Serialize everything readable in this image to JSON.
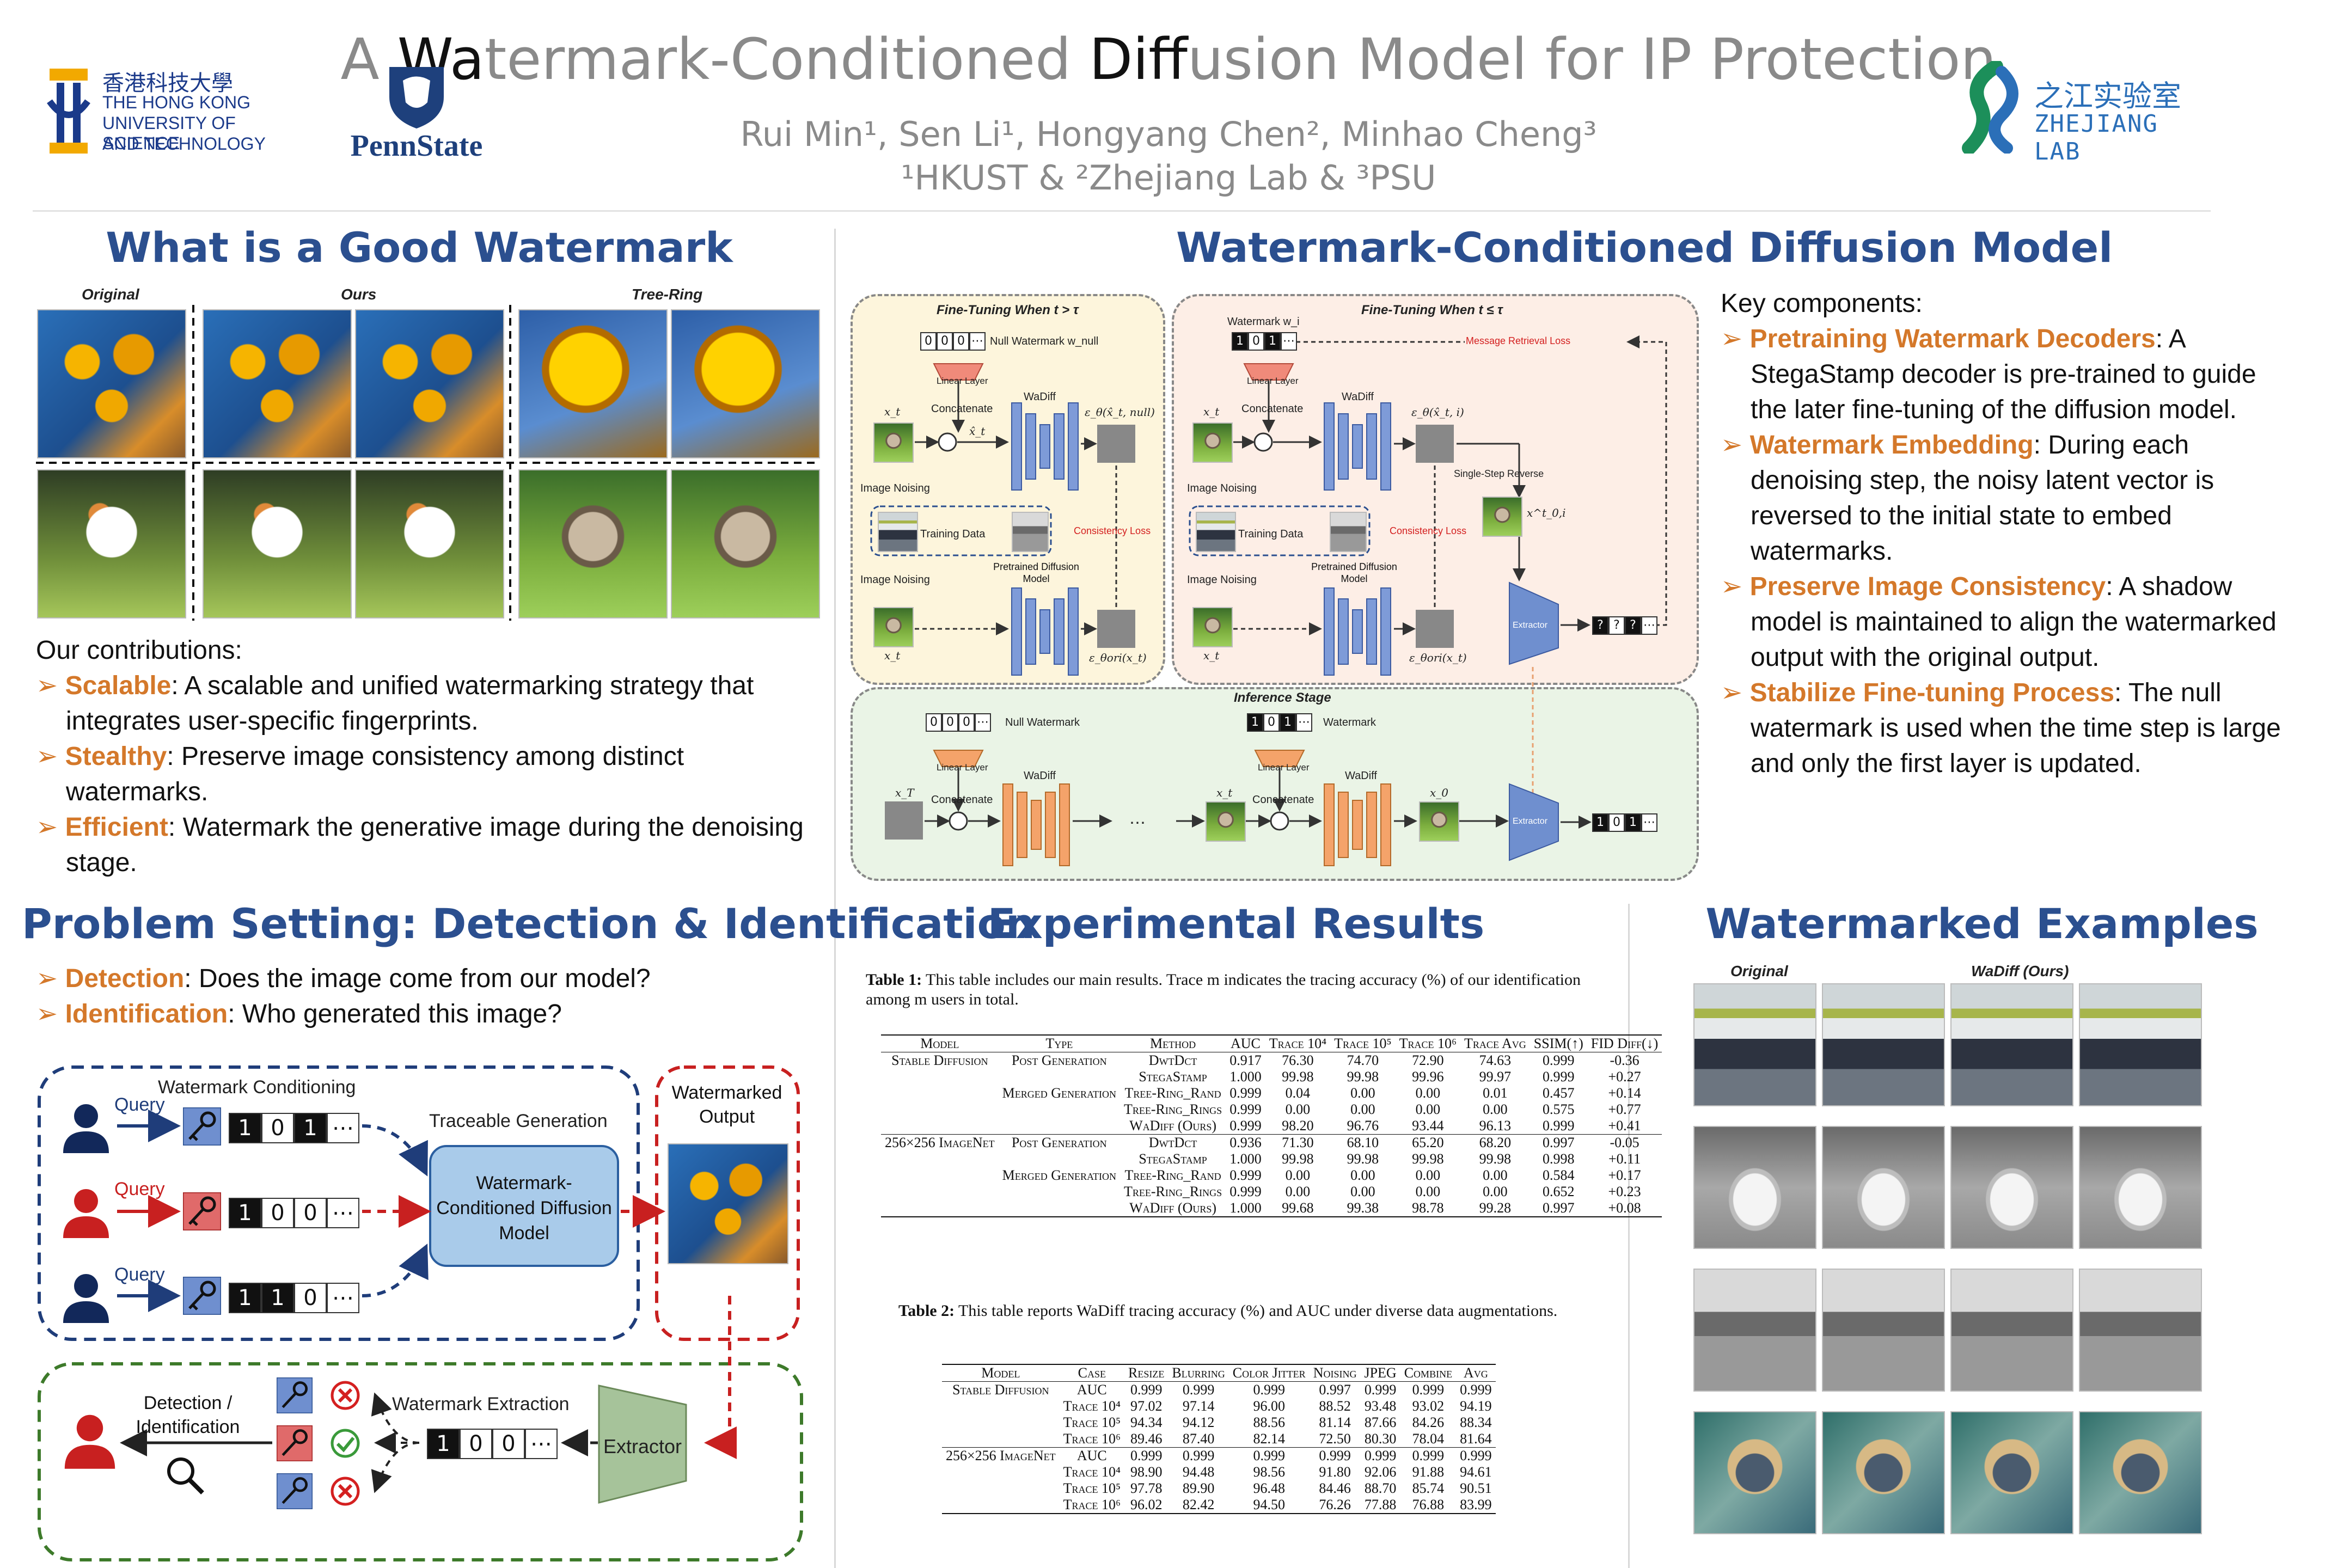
{
  "header": {
    "title_parts": [
      "A ",
      "Wa",
      "termark-Conditioned ",
      "Diff",
      "usion Model for IP Protection"
    ],
    "authors": "Rui Min¹,  Sen Li¹,  Hongyang Chen²,  Minhao Cheng³",
    "affiliations": "¹HKUST &  ²Zhejiang Lab &  ³PSU",
    "logo_hkust_cn": "香港科技大學",
    "logo_hkust_en1": "THE HONG KONG",
    "logo_hkust_en2": "UNIVERSITY OF SCIENCE",
    "logo_hkust_en3": "AND TECHNOLOGY",
    "logo_psu": "PennState",
    "logo_zj_cn": "之江实验室",
    "logo_zj_en": "ZHEJIANG LAB"
  },
  "good_watermark": {
    "title": "What is a Good Watermark",
    "col_labels": [
      "Original",
      "Ours",
      "Tree-Ring"
    ],
    "contrib_heading": "Our contributions:",
    "items": [
      {
        "key": "Scalable",
        "text": ": A scalable and unified watermarking strategy that integrates user-specific fingerprints."
      },
      {
        "key": "Stealthy",
        "text": ": Preserve image consistency among distinct watermarks."
      },
      {
        "key": "Efficient",
        "text": ": Watermark the generative image during the denoising stage."
      }
    ]
  },
  "problem": {
    "title": "Problem Setting: Detection & Identification",
    "items": [
      {
        "key": "Detection",
        "text": ": Does the image come from our model?"
      },
      {
        "key": "Identification",
        "text": ": Who generated this image?"
      }
    ],
    "diagram": {
      "conditioning": "Watermark Conditioning",
      "traceable": "Traceable Generation",
      "model": "Watermark-Conditioned Diffusion Model",
      "output": "Watermarked Output",
      "query": "Query",
      "extraction": "Watermark Extraction",
      "extractor": "Extractor",
      "detection": "Detection / Identification",
      "bits": [
        [
          "1",
          "0",
          "1",
          "⋯"
        ],
        [
          "1",
          "0",
          "0",
          "⋯"
        ],
        [
          "1",
          "1",
          "0",
          "⋯"
        ]
      ],
      "extracted_bits": [
        "1",
        "0",
        "0",
        "⋯"
      ]
    }
  },
  "method": {
    "title": "Watermark-Conditioned Diffusion Model",
    "ft_big": "Fine-Tuning When t > τ",
    "ft_small": "Fine-Tuning When t ≤ τ",
    "inference": "Inference Stage",
    "labels": {
      "null_wm": "Null Watermark w_null",
      "wm_i": "Watermark w_i",
      "linear": "Linear Layer",
      "concat": "Concatenate",
      "wadiff": "WaDiff",
      "noising": "Image Noising",
      "training": "Training Data",
      "pretrained": "Pretrained Diffusion Model",
      "consistency": "Consistency Loss",
      "retrieval": "Message Retrieval Loss",
      "reverse": "Single-Step Reverse",
      "extractor": "Extractor",
      "null_short": "Null Watermark",
      "watermark": "Watermark",
      "xt": "x_t",
      "xT": "x_T",
      "x0": "x_0",
      "eps_null": "ε_θ(x̂_t, null)",
      "eps_i": "ε_θ(x̂_t, i)",
      "eps_ori": "ε_θori(x_t)",
      "x0i": "x^t_0,i",
      "xhat": "x̂_t",
      "ellipsis": "⋯"
    },
    "key_heading": "Key components:",
    "key_items": [
      {
        "key": "Pretraining Watermark Decoders",
        "text": ": A StegaStamp decoder is pre-trained to guide the later fine-tuning of the diffusion model."
      },
      {
        "key": "Watermark Embedding",
        "text": ": During each denoising step, the noisy latent vector is reversed to the initial state to embed watermarks."
      },
      {
        "key": "Preserve Image Consistency",
        "text": ": A shadow model is maintained to align the watermarked output with the original output."
      },
      {
        "key": "Stabilize Fine-tuning Process",
        "text": ": The null watermark is used when the time step is large and only the first layer is updated."
      }
    ]
  },
  "results": {
    "title": "Experimental Results",
    "table1_caption_bold": "Table 1:",
    "table1_caption": " This table includes our main results. Trace m indicates the tracing accuracy (%) of our identification among m users in total.",
    "table1_headers": [
      "Model",
      "Type",
      "Method",
      "AUC",
      "Trace 10⁴",
      "Trace 10⁵",
      "Trace 10⁶",
      "Trace Avg",
      "SSIM(↑)",
      "FID Diff(↓)"
    ],
    "table1_rows": [
      [
        "Stable Diffusion",
        "Post Generation",
        "DwtDct",
        "0.917",
        "76.30",
        "74.70",
        "72.90",
        "74.63",
        "0.999",
        "-0.36"
      ],
      [
        "",
        "",
        "StegaStamp",
        "1.000",
        "99.98",
        "99.98",
        "99.96",
        "99.97",
        "0.999",
        "+0.27"
      ],
      [
        "",
        "Merged Generation",
        "Tree-Ring_Rand",
        "0.999",
        "0.04",
        "0.00",
        "0.00",
        "0.01",
        "0.457",
        "+0.14"
      ],
      [
        "",
        "",
        "Tree-Ring_Rings",
        "0.999",
        "0.00",
        "0.00",
        "0.00",
        "0.00",
        "0.575",
        "+0.77"
      ],
      [
        "",
        "",
        "WaDiff (Ours)",
        "0.999",
        "98.20",
        "96.76",
        "93.44",
        "96.13",
        "0.999",
        "+0.41"
      ],
      [
        "256×256 ImageNet",
        "Post Generation",
        "DwtDct",
        "0.936",
        "71.30",
        "68.10",
        "65.20",
        "68.20",
        "0.997",
        "-0.05"
      ],
      [
        "",
        "",
        "StegaStamp",
        "1.000",
        "99.98",
        "99.98",
        "99.98",
        "99.98",
        "0.998",
        "+0.11"
      ],
      [
        "",
        "Merged Generation",
        "Tree-Ring_Rand",
        "0.999",
        "0.00",
        "0.00",
        "0.00",
        "0.00",
        "0.584",
        "+0.17"
      ],
      [
        "",
        "",
        "Tree-Ring_Rings",
        "0.999",
        "0.00",
        "0.00",
        "0.00",
        "0.00",
        "0.652",
        "+0.23"
      ],
      [
        "",
        "",
        "WaDiff (Ours)",
        "1.000",
        "99.68",
        "99.38",
        "98.78",
        "99.28",
        "0.997",
        "+0.08"
      ]
    ],
    "table2_caption_bold": "Table 2:",
    "table2_caption": " This table reports WaDiff tracing accuracy (%) and AUC under diverse data augmentations.",
    "table2_headers": [
      "Model",
      "Case",
      "Resize",
      "Blurring",
      "Color Jitter",
      "Noising",
      "JPEG",
      "Combine",
      "Avg"
    ],
    "table2_rows": [
      [
        "Stable Diffusion",
        "AUC",
        "0.999",
        "0.999",
        "0.999",
        "0.997",
        "0.999",
        "0.999",
        "0.999"
      ],
      [
        "",
        "Trace 10⁴",
        "97.02",
        "97.14",
        "96.00",
        "88.52",
        "93.48",
        "93.02",
        "94.19"
      ],
      [
        "",
        "Trace 10⁵",
        "94.34",
        "94.12",
        "88.56",
        "81.14",
        "87.66",
        "84.26",
        "88.34"
      ],
      [
        "",
        "Trace 10⁶",
        "89.46",
        "87.40",
        "82.14",
        "72.50",
        "80.30",
        "78.04",
        "81.64"
      ],
      [
        "256×256 ImageNet",
        "AUC",
        "0.999",
        "0.999",
        "0.999",
        "0.999",
        "0.999",
        "0.999",
        "0.999"
      ],
      [
        "",
        "Trace 10⁴",
        "98.90",
        "94.48",
        "98.56",
        "91.80",
        "92.06",
        "91.88",
        "94.61"
      ],
      [
        "",
        "Trace 10⁵",
        "97.78",
        "89.90",
        "96.48",
        "84.46",
        "88.70",
        "85.74",
        "90.51"
      ],
      [
        "",
        "Trace 10⁶",
        "96.02",
        "82.42",
        "94.50",
        "76.26",
        "77.88",
        "76.88",
        "83.99"
      ]
    ]
  },
  "examples": {
    "title": "Watermarked Examples",
    "col_original": "Original",
    "col_ours": "WaDiff (Ours)"
  },
  "colors": {
    "title_blue": "#2b4f8f",
    "accent_orange": "#d4782a",
    "dark_blue": "#1f3d7a",
    "red": "#c82020"
  }
}
